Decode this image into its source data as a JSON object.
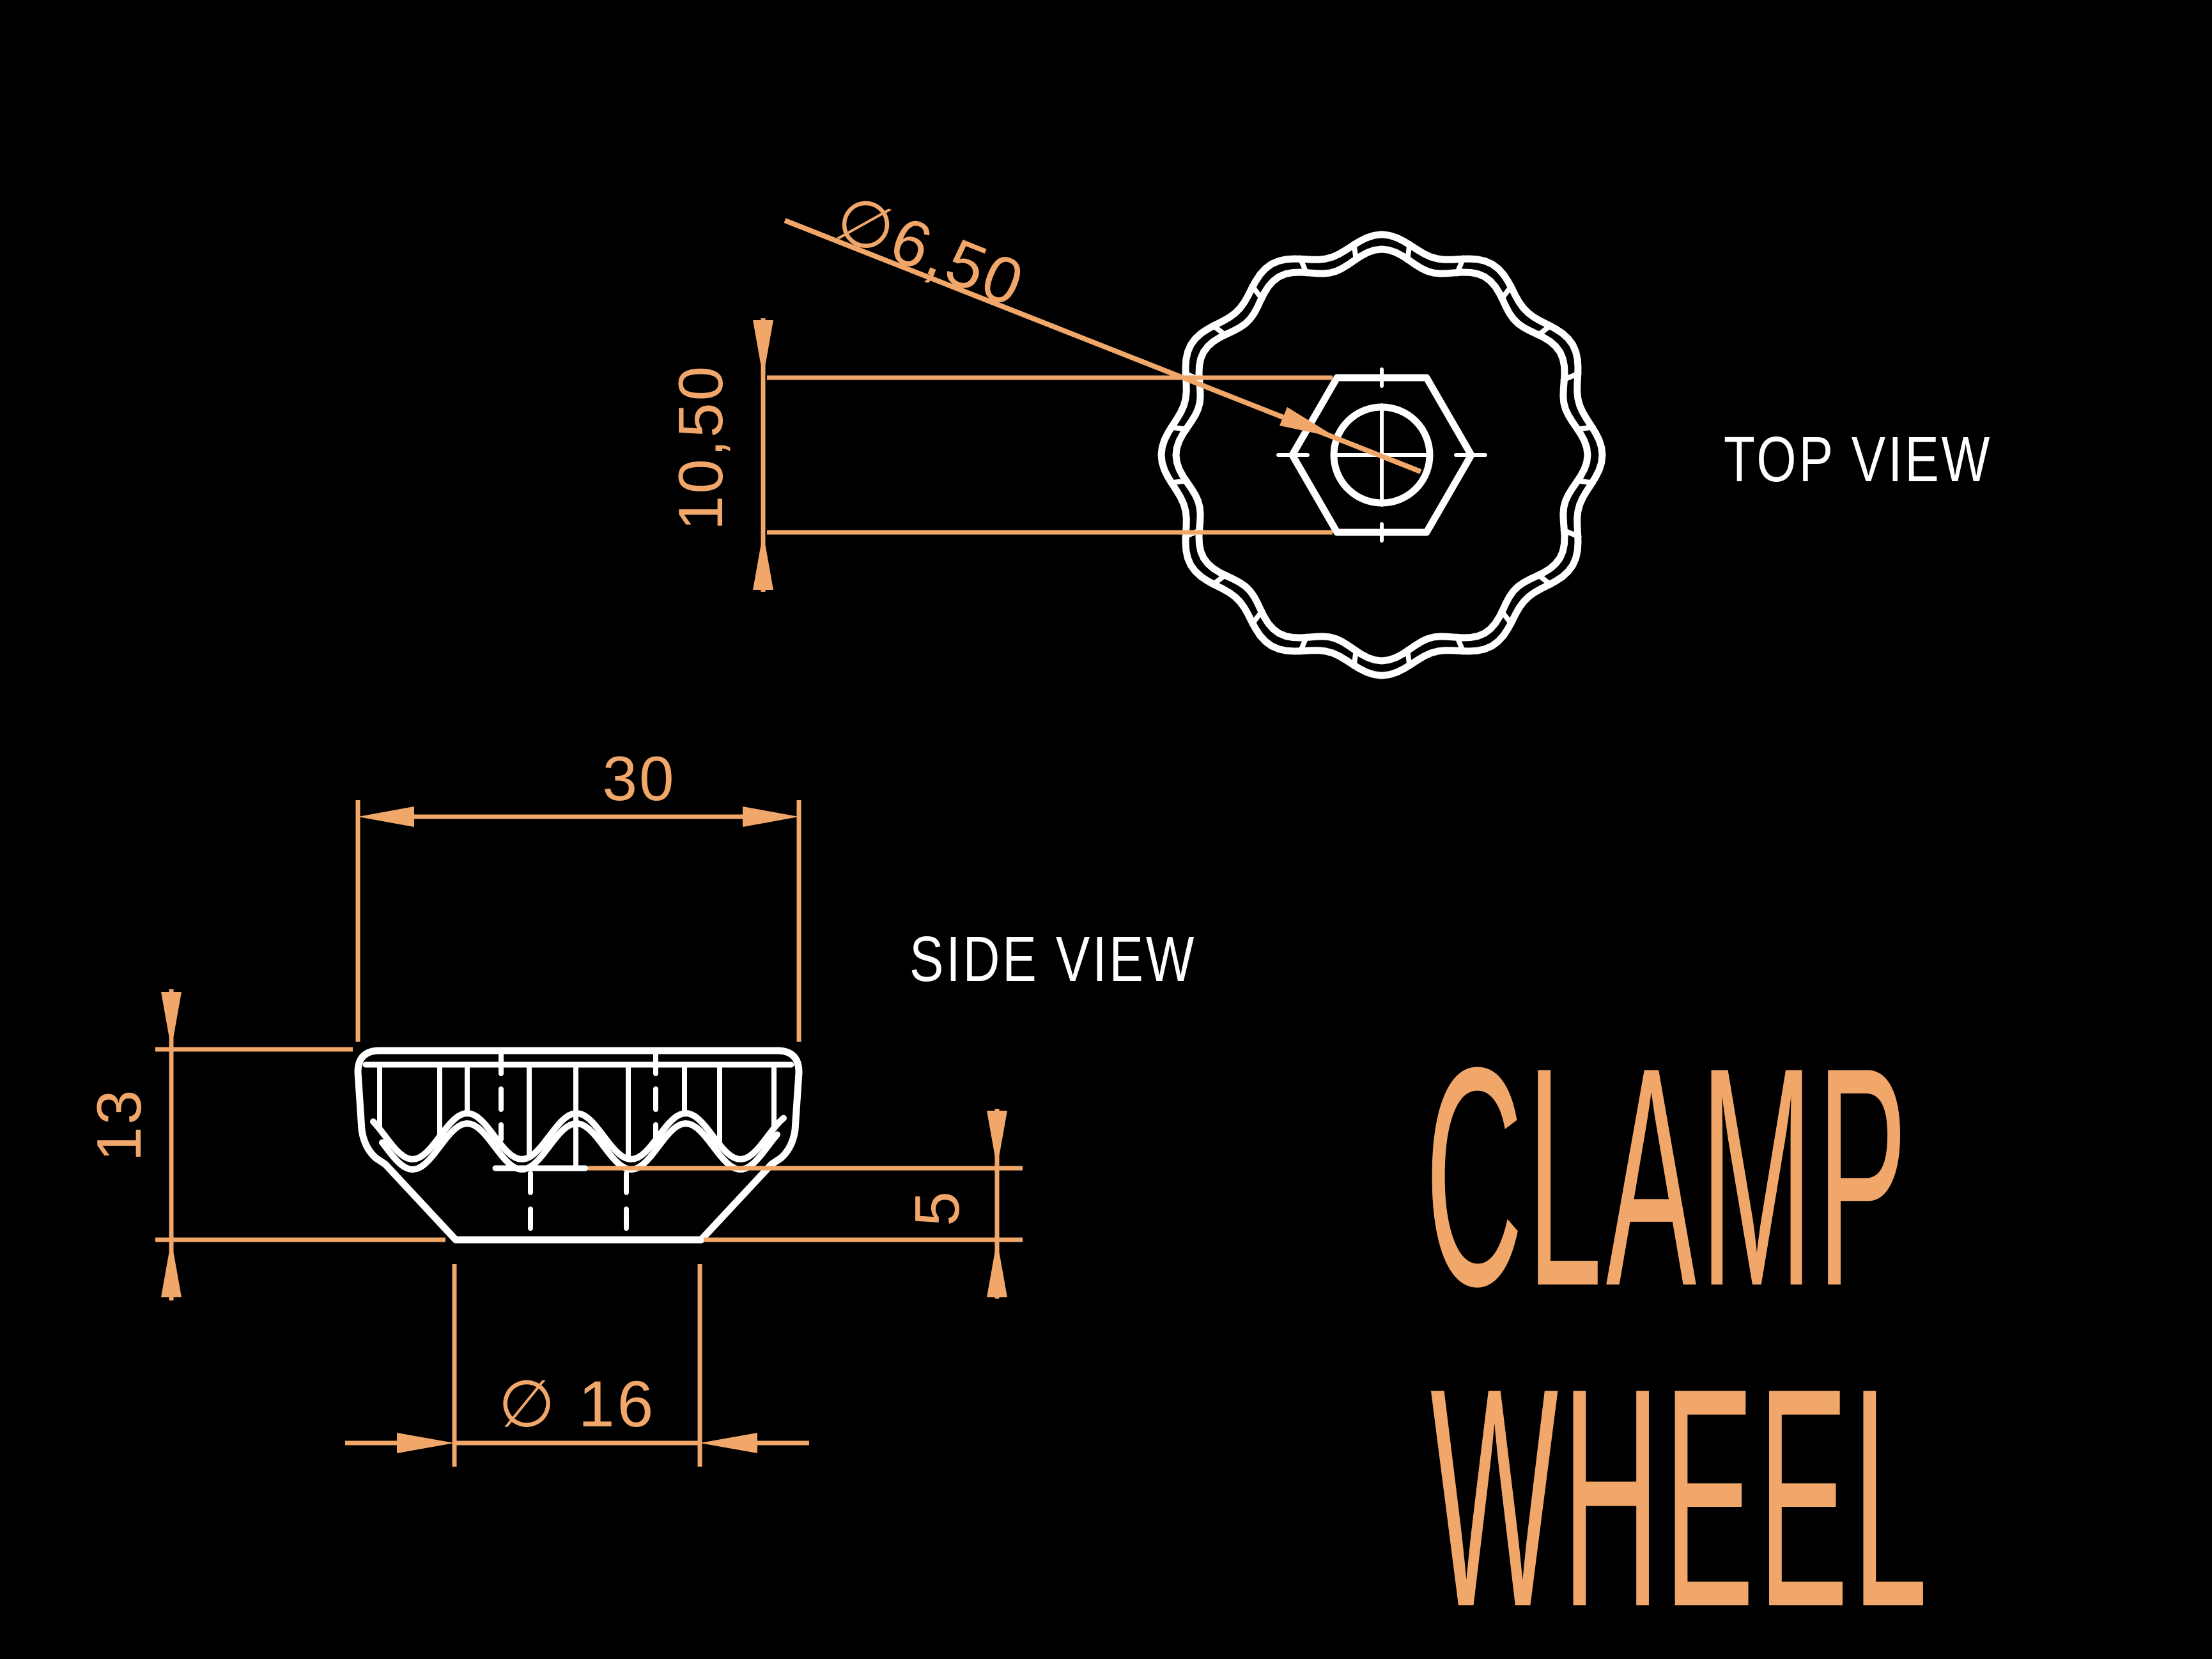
{
  "colors": {
    "background": "#000000",
    "geometry_line": "#FFFFFF",
    "dimension_accent": "#F2A76A",
    "title_accent": "#F2A76A"
  },
  "title": {
    "line1": "CLAMP",
    "line2": "WHEEL"
  },
  "top_view": {
    "label": "TOP VIEW",
    "dims": {
      "hole_diameter": "∅6,50",
      "hex_flat_to_flat": "10,50"
    }
  },
  "side_view": {
    "label": "SIDE VIEW",
    "dims": {
      "knob_diameter": "30",
      "total_height": "13",
      "base_height": "5",
      "base_diameter": "∅ 16"
    }
  }
}
